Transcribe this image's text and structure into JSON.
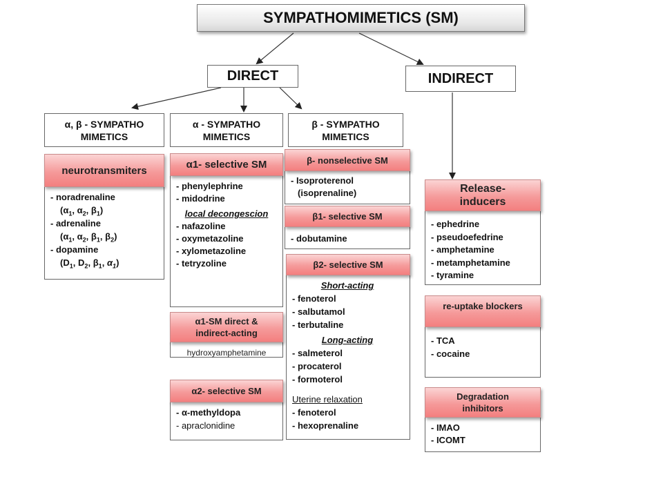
{
  "title": "SYMPATHOMIMETICS (SM)",
  "direct": "DIRECT",
  "indirect": "INDIRECT",
  "categories": {
    "ab": {
      "symbols": "α, β",
      "line1": " - SYMPATHO",
      "line2": "MIMETICS"
    },
    "a": {
      "symbols": "α",
      "line1": " - SYMPATHO",
      "line2": "MIMETICS"
    },
    "b": {
      "symbols": "β",
      "line1": " - SYMPATHO",
      "line2": "MIMETICS"
    }
  },
  "neurotransmitters": {
    "header": "neurotransmiters",
    "items": [
      {
        "name": "- noradrenaline",
        "receptors": "(α1, α2, β1)"
      },
      {
        "name": "- adrenaline",
        "receptors": "(α1, α2, β1, β2)"
      },
      {
        "name": "- dopamine",
        "receptors": "(D1, D2, β1, α1)"
      }
    ]
  },
  "a1_selective": {
    "header": "α1- selective SM",
    "items": [
      "- phenylephrine",
      "- midodrine"
    ],
    "subheading": "local decongescion",
    "items2": [
      "- nafazoline",
      "- oxymetazoline",
      "- xylometazoline",
      "- tetryzoline"
    ]
  },
  "a1_direct_indirect": {
    "header_line1": "α1-SM direct &",
    "header_line2": "indirect-acting",
    "item": "hydroxyamphetamine"
  },
  "a2_selective": {
    "header": "α2- selective SM",
    "items": [
      "- α-methyldopa",
      "- apraclonidine"
    ]
  },
  "b_nonselective": {
    "header": "β- nonselective SM",
    "items": [
      "- Isoproterenol",
      "(isoprenaline)"
    ]
  },
  "b1_selective": {
    "header": "β1- selective SM",
    "items": [
      "- dobutamine"
    ]
  },
  "b2_selective": {
    "header": "β2- selective SM",
    "short_heading": "Short-acting",
    "short_items": [
      "- fenoterol",
      "- salbutamol",
      "- terbutaline"
    ],
    "long_heading": "Long-acting",
    "long_items": [
      "- salmeterol",
      "- procaterol",
      "- formoterol"
    ],
    "uterine_heading": "Uterine relaxation",
    "uterine_items": [
      "- fenoterol",
      "- hexoprenaline"
    ]
  },
  "release_inducers": {
    "header": "Release- inducers",
    "items": [
      "- ephedrine",
      "- pseudoefedrine",
      "- amphetamine",
      "- metamphetamine",
      "- tyramine"
    ]
  },
  "reuptake_blockers": {
    "header": "re-uptake blockers",
    "items": [
      "- TCA",
      "- cocaine"
    ]
  },
  "degradation_inhibitors": {
    "header_line1": "Degradation",
    "header_line2": "inhibitors",
    "items": [
      "- IMAO",
      "- ICOMT"
    ]
  }
}
